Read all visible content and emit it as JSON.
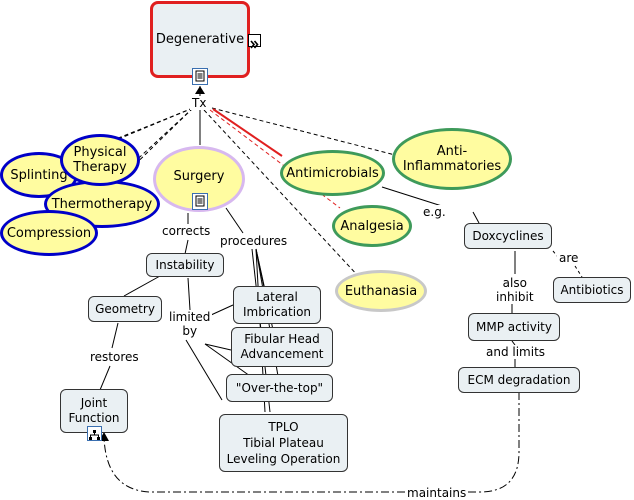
{
  "nodes": {
    "degenerative": "Degenerative",
    "physical_therapy": "Physical\nTherapy",
    "splinting": "Splinting",
    "thermotherapy": "Thermotherapy",
    "compression": "Compression",
    "surgery": "Surgery",
    "antimicrobials": "Antimicrobials",
    "anti_inflammatories": "Anti-\nInflammatories",
    "analgesia": "Analgesia",
    "euthanasia": "Euthanasia",
    "instability": "Instability",
    "geometry": "Geometry",
    "joint_function": "Joint\nFunction",
    "lateral_imbrication": "Lateral\nImbrication",
    "fibular_head": "Fibular Head\nAdvancement",
    "over_the_top": "\"Over-the-top\"",
    "tplo": "TPLO\nTibial Plateau\nLeveling Operation",
    "doxcyclines": "Doxcyclines",
    "antibiotics": "Antibiotics",
    "mmp_activity": "MMP activity",
    "ecm_degradation": "ECM degradation"
  },
  "labels": {
    "tx": "Tx",
    "corrects": "corrects",
    "procedures": "procedures",
    "limited_by": "limited\nby",
    "restores": "restores",
    "eg": "e.g.",
    "are": "are",
    "also_inhibit": "also\ninhibit",
    "and_limits": "and limits",
    "maintains": "maintains"
  },
  "icons": [
    "expand-arrow-icon",
    "resource-doc-icon",
    "resource-doc-icon",
    "concept-map-icon"
  ],
  "colors": {
    "oval_fill": "#fffca0",
    "box_fill": "#eaf0f3",
    "selected_border": "#e02020",
    "blue_border": "#0000c8",
    "green_border": "#3e9a5a",
    "lavender_border": "#d7b8ef",
    "grey_border": "#c8c8c8",
    "red_link": "#e02020"
  }
}
